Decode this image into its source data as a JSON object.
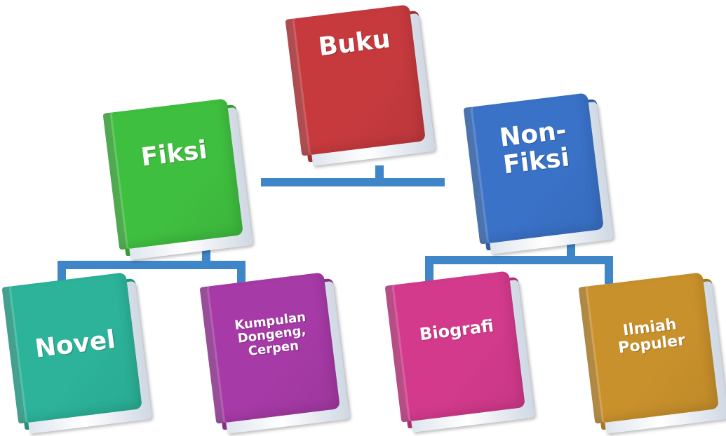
{
  "diagram": {
    "root": {
      "label": "Buku",
      "color": "#c63a3e"
    },
    "level1": [
      {
        "label": "Fiksi",
        "color": "#3fbf3f"
      },
      {
        "label": "Non-\nFiksi",
        "color": "#3a72c8"
      }
    ],
    "level2": [
      {
        "label": "Novel",
        "color": "#2cb39a"
      },
      {
        "label": "Kumpulan\nDongeng,\nCerpen",
        "color": "#a63aa6"
      },
      {
        "label": "Biografi",
        "color": "#d33a8c"
      },
      {
        "label": "Ilmiah\nPopuler",
        "color": "#c9912c"
      }
    ],
    "connector_color": "#3f86c8"
  }
}
